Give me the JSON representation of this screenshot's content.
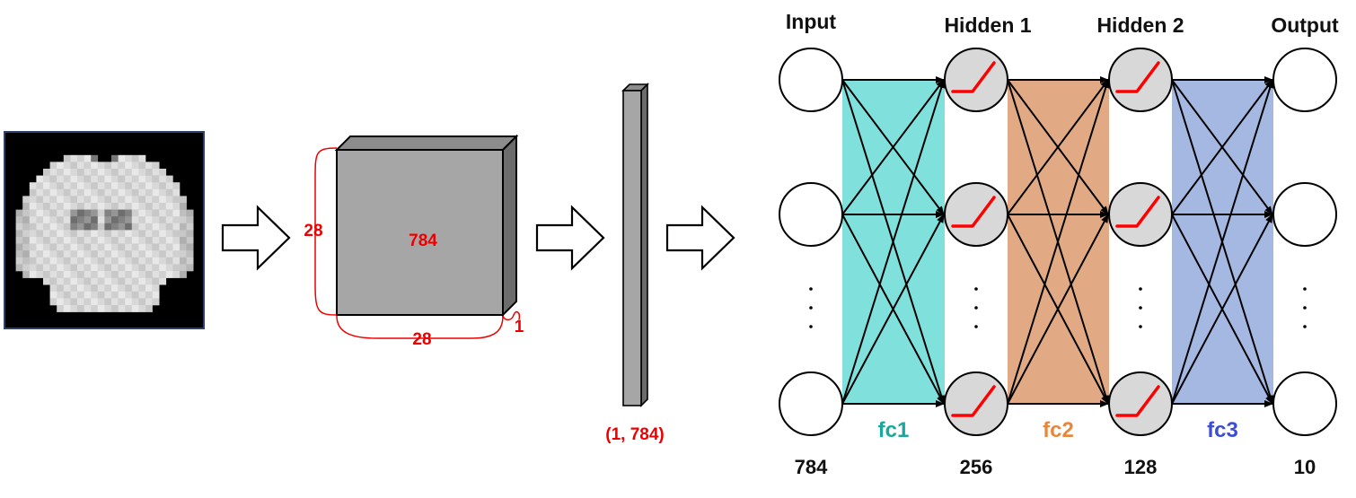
{
  "colors": {
    "dimension_text": "#ee0000",
    "fc1_band": "#80e0dc",
    "fc2_band": "#e2aa84",
    "fc3_band": "#a4b8e2",
    "fc1_label": "#1aa89c",
    "fc2_label": "#e6873d",
    "fc3_label": "#3c4ed6",
    "relu_curve": "#ff0000",
    "node_fill_input": "#ffffff",
    "node_fill_hidden": "#d8d8d8",
    "block_front": "#a6a6a6",
    "block_top": "#8c8c8c",
    "block_side": "#6c6c6c"
  },
  "icons": [
    "shirt-image",
    "arrow-right-icon",
    "relu-activation-icon",
    "ellipsis-icon"
  ],
  "image_block": {
    "height_label": "28",
    "width_label": "28",
    "depth_label": "1",
    "size_label": "784"
  },
  "flatten": {
    "shape_label": "(1, 784)"
  },
  "network": {
    "layers": [
      {
        "title": "Input",
        "count": "784",
        "activation": "none"
      },
      {
        "title": "Hidden 1",
        "count": "256",
        "activation": "relu"
      },
      {
        "title": "Hidden 2",
        "count": "128",
        "activation": "relu"
      },
      {
        "title": "Output",
        "count": "10",
        "activation": "none"
      }
    ],
    "connections": [
      {
        "label": "fc1"
      },
      {
        "label": "fc2"
      },
      {
        "label": "fc3"
      }
    ]
  }
}
